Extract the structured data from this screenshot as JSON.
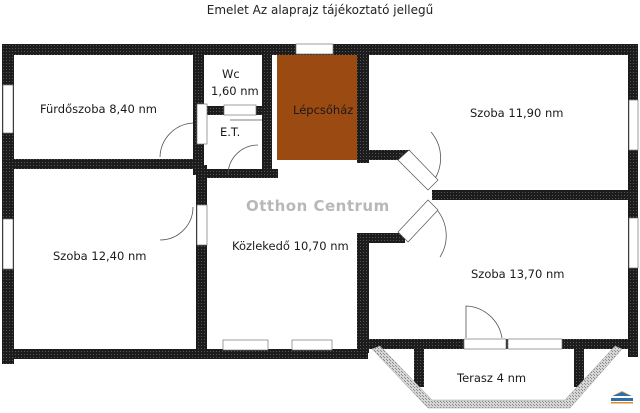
{
  "title": "Emelet Az alaprajz tájékoztató jellegű",
  "watermark": "Otthon Centrum",
  "colors": {
    "wall": "#1c1c1c",
    "staircase_fill": "#9b4a12",
    "terrace_wall": "#bdbdbd",
    "background": "#ffffff"
  },
  "rooms": [
    {
      "id": "furdoszoba",
      "label": "Fürdőszoba 8,40 nm"
    },
    {
      "id": "wc",
      "label_line1": "Wc",
      "label_line2": "1,60 nm"
    },
    {
      "id": "et",
      "label": "E.T."
    },
    {
      "id": "lepcsohaz",
      "label": "Lépcsőház"
    },
    {
      "id": "szoba1190",
      "label": "Szoba 11,90 nm"
    },
    {
      "id": "szoba1240",
      "label": "Szoba 12,40 nm"
    },
    {
      "id": "kozlekedo",
      "label": "Közlekedő 10,70 nm"
    },
    {
      "id": "szoba1370",
      "label": "Szoba 13,70 nm"
    },
    {
      "id": "terasz",
      "label": "Terasz 4 nm"
    }
  ]
}
